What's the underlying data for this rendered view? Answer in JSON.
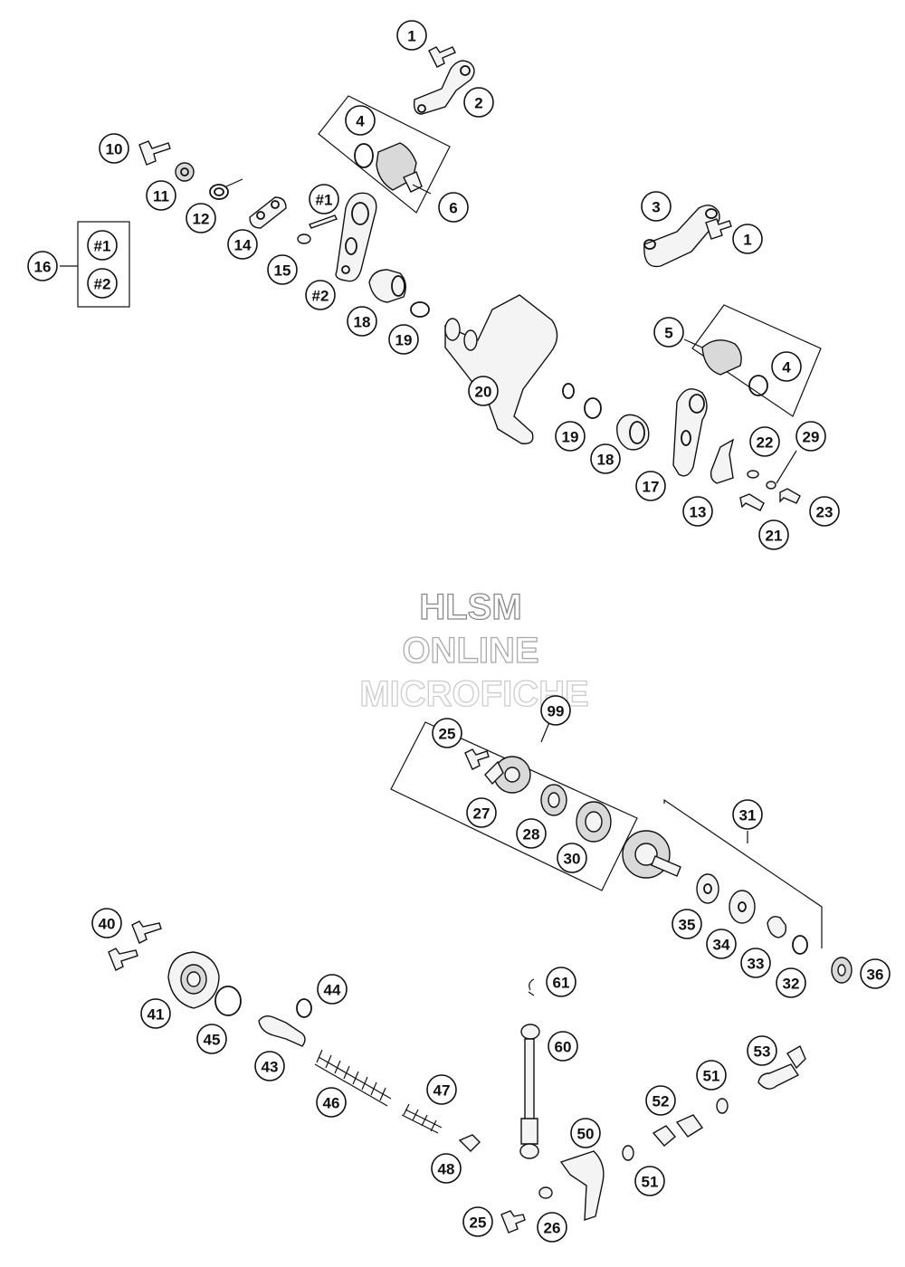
{
  "watermark": {
    "line1": "HLSM",
    "line2": "ONLINE",
    "line3": "MICROFICHE"
  },
  "callouts": [
    {
      "id": "c1a",
      "label": "1"
    },
    {
      "id": "c2",
      "label": "2"
    },
    {
      "id": "c4a",
      "label": "4"
    },
    {
      "id": "c6",
      "label": "6"
    },
    {
      "id": "c10",
      "label": "10"
    },
    {
      "id": "c11",
      "label": "11"
    },
    {
      "id": "c12",
      "label": "12"
    },
    {
      "id": "c14",
      "label": "14"
    },
    {
      "id": "c15",
      "label": "15"
    },
    {
      "id": "cs1a",
      "label": "#1"
    },
    {
      "id": "cs2a",
      "label": "#2"
    },
    {
      "id": "c16",
      "label": "16"
    },
    {
      "id": "cs1b",
      "label": "#1"
    },
    {
      "id": "cs2b",
      "label": "#2"
    },
    {
      "id": "c3",
      "label": "3"
    },
    {
      "id": "c1b",
      "label": "1"
    },
    {
      "id": "c5",
      "label": "5"
    },
    {
      "id": "c4b",
      "label": "4"
    },
    {
      "id": "c18a",
      "label": "18"
    },
    {
      "id": "c19a",
      "label": "19"
    },
    {
      "id": "c20",
      "label": "20"
    },
    {
      "id": "c19b",
      "label": "19"
    },
    {
      "id": "c18b",
      "label": "18"
    },
    {
      "id": "c17",
      "label": "17"
    },
    {
      "id": "c13",
      "label": "13"
    },
    {
      "id": "c22",
      "label": "22"
    },
    {
      "id": "c29",
      "label": "29"
    },
    {
      "id": "c21",
      "label": "21"
    },
    {
      "id": "c23",
      "label": "23"
    },
    {
      "id": "c99",
      "label": "99"
    },
    {
      "id": "c25a",
      "label": "25"
    },
    {
      "id": "c27",
      "label": "27"
    },
    {
      "id": "c28",
      "label": "28"
    },
    {
      "id": "c30",
      "label": "30"
    },
    {
      "id": "c31",
      "label": "31"
    },
    {
      "id": "c35",
      "label": "35"
    },
    {
      "id": "c34",
      "label": "34"
    },
    {
      "id": "c33",
      "label": "33"
    },
    {
      "id": "c32",
      "label": "32"
    },
    {
      "id": "c36",
      "label": "36"
    },
    {
      "id": "c40",
      "label": "40"
    },
    {
      "id": "c41",
      "label": "41"
    },
    {
      "id": "c44",
      "label": "44"
    },
    {
      "id": "c45",
      "label": "45"
    },
    {
      "id": "c43",
      "label": "43"
    },
    {
      "id": "c46",
      "label": "46"
    },
    {
      "id": "c47",
      "label": "47"
    },
    {
      "id": "c48",
      "label": "48"
    },
    {
      "id": "c61",
      "label": "61"
    },
    {
      "id": "c60",
      "label": "60"
    },
    {
      "id": "c53",
      "label": "53"
    },
    {
      "id": "c51a",
      "label": "51"
    },
    {
      "id": "c52",
      "label": "52"
    },
    {
      "id": "c50",
      "label": "50"
    },
    {
      "id": "c51b",
      "label": "51"
    },
    {
      "id": "c25b",
      "label": "25"
    },
    {
      "id": "c26",
      "label": "26"
    }
  ]
}
